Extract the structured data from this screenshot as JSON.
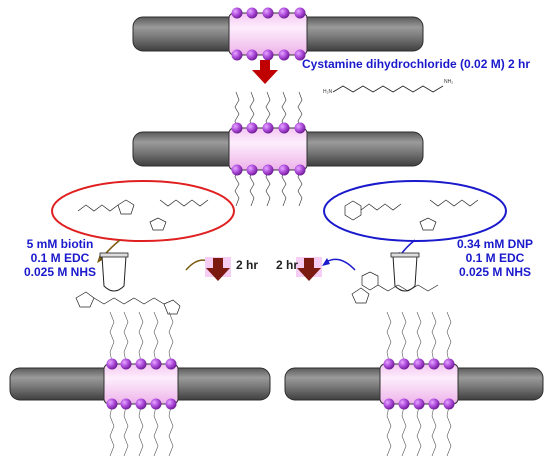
{
  "labels": {
    "step1": "Cystamine dihydrochloride (0.02 M) 2 hr",
    "left_reagents": [
      "5 mM biotin",
      "0.1 M EDC",
      "0.025 M NHS"
    ],
    "right_reagents": [
      "0.34 mM DNP",
      "0.1 M EDC",
      "0.025 M NHS"
    ],
    "time_left": "2 hr",
    "time_right": "2 hr",
    "amine_left": "H₂N",
    "amine_right": "NH₂"
  },
  "colors": {
    "rod": "#808080",
    "rod_dark": "#3a3a3a",
    "band": "#f6cdf3",
    "bead": "#a23dd0",
    "step_arrow": "#c00000",
    "time_arrow": "#7a1a10",
    "biotin_ellipse": "#e02020",
    "dnp_ellipse": "#1a1acc",
    "label": "#1a1acc"
  }
}
